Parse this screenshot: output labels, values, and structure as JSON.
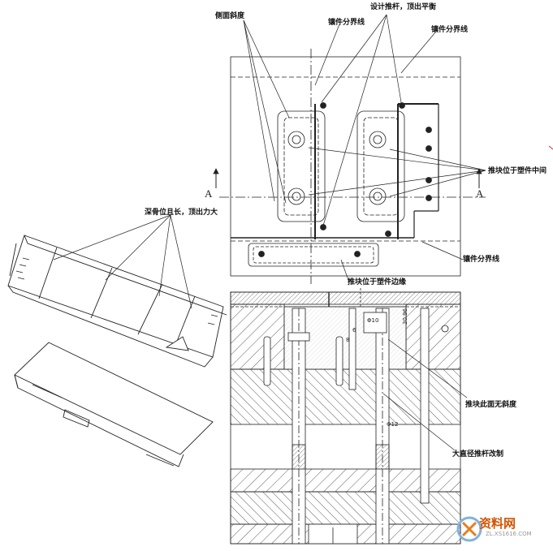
{
  "labels": {
    "side_draft": "侧面斜度",
    "design_ejector": "设计推杆，顶出平衡",
    "insert_parting_1": "镶件分界线",
    "insert_parting_2": "镶件分界线",
    "insert_parting_3": "镶件分界线",
    "block_middle": "推块位于塑件中间",
    "block_edge": "推块位于塑件边缘",
    "deep_rib": "深骨位且长，顶出力大",
    "no_draft": "推块此面无斜度",
    "large_ejector": "大直径推杆改制"
  },
  "section": {
    "left_letter": "A",
    "right_letter": "A"
  },
  "dimensions": {
    "d_phi12": "Φ12",
    "d_30_96": "30.96",
    "d_phi10": "Φ10",
    "d_6": "6",
    "d_8": "8"
  },
  "watermark": {
    "brand": "资料网",
    "url": "ZL.XS1616.COM"
  },
  "colors": {
    "line": "#222222",
    "hatch": "#333333",
    "watermark": "#d35400"
  }
}
